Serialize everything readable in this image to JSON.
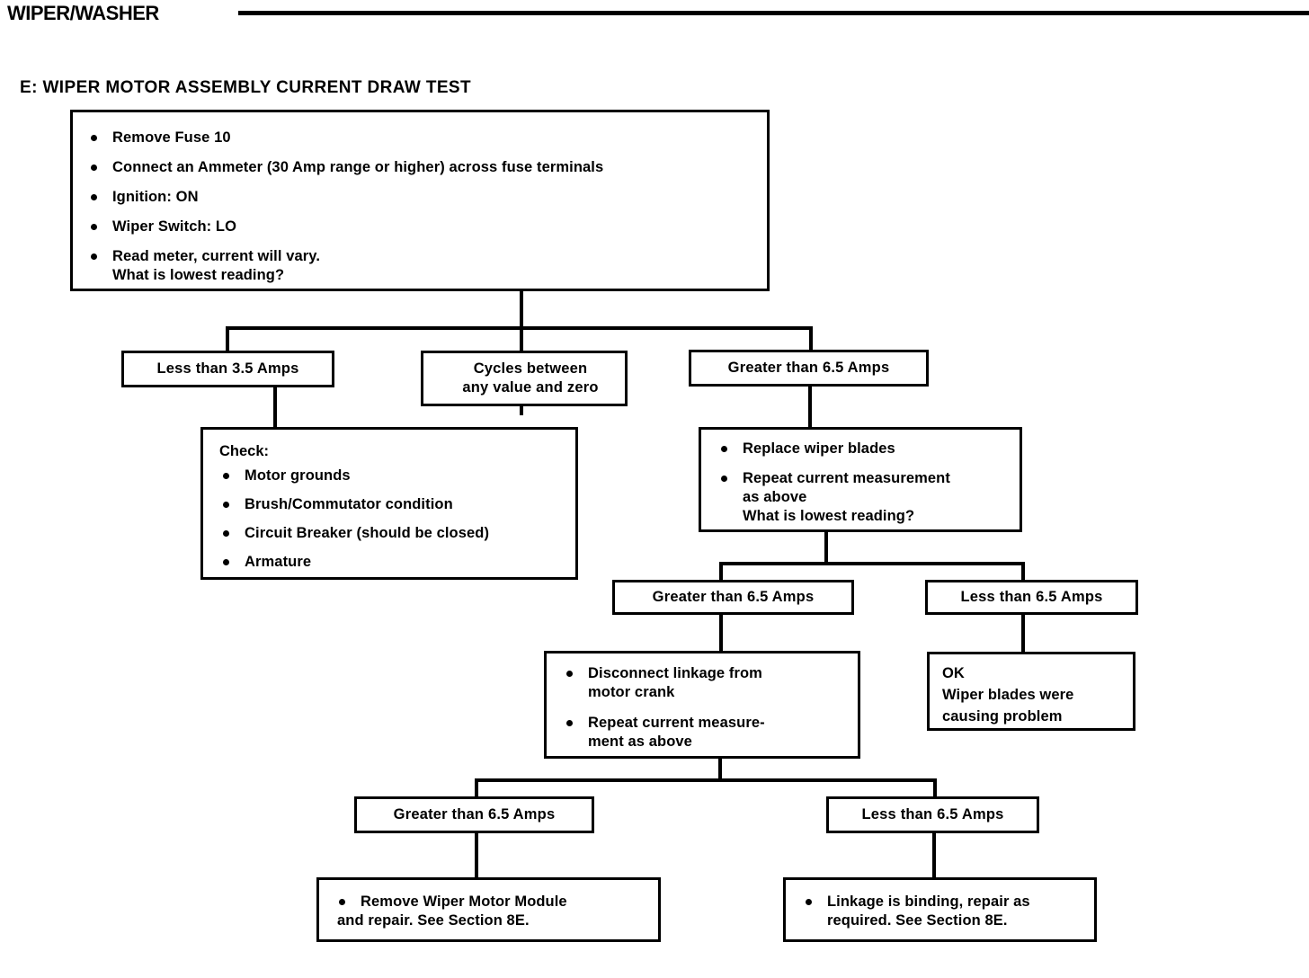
{
  "header": {
    "title": "WIPER/WASHER"
  },
  "section": {
    "title": "E:  WIPER MOTOR ASSEMBLY CURRENT DRAW TEST"
  },
  "flow": {
    "start": {
      "items": [
        "Remove Fuse 10",
        "Connect an Ammeter (30 Amp range or higher) across fuse terminals",
        "Ignition: ON",
        "Wiper Switch: LO",
        "Read meter, current will vary.",
        "What is lowest reading?"
      ]
    },
    "branch_less_35": {
      "label": "Less than 3.5 Amps"
    },
    "branch_cycles": {
      "line1": "Cycles between",
      "line2": "any value and zero"
    },
    "branch_greater_65": {
      "label": "Greater than 6.5 Amps"
    },
    "check_box": {
      "heading": "Check:",
      "items": [
        "Motor grounds",
        "Brush/Commutator condition",
        "Circuit Breaker (should be closed)",
        "Armature"
      ]
    },
    "replace_blades": {
      "items": [
        "Replace wiper blades",
        "Repeat current measurement",
        "as above",
        "What is lowest reading?"
      ]
    },
    "level3_greater": {
      "label": "Greater than 6.5 Amps"
    },
    "level3_less": {
      "label": "Less than 6.5 Amps"
    },
    "disconnect_linkage": {
      "items": [
        "Disconnect linkage from",
        "motor crank",
        "Repeat current measure-",
        "ment as above"
      ]
    },
    "ok_box": {
      "line1": "OK",
      "line2": "Wiper blades were",
      "line3": "causing problem"
    },
    "level4_greater": {
      "label": "Greater than 6.5 Amps"
    },
    "level4_less": {
      "label": "Less than 6.5 Amps"
    },
    "remove_module": {
      "line1": "Remove Wiper Motor Module",
      "line2": "and repair. See Section 8E."
    },
    "linkage_binding": {
      "line1": "Linkage is binding, repair as",
      "line2": "required. See Section 8E."
    }
  },
  "colors": {
    "ink": "#000000",
    "paper": "#ffffff"
  }
}
